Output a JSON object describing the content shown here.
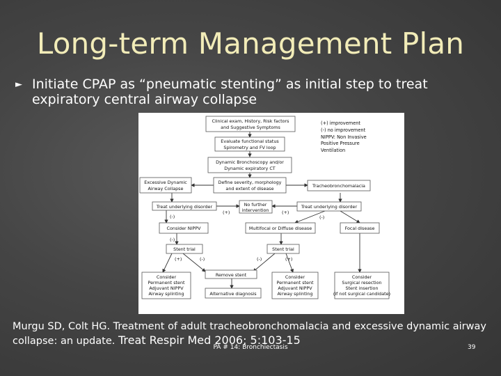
{
  "slide": {
    "title": "Long-term Management Plan",
    "bullet_marker": "►",
    "bullet_line1": "Initiate CPAP as “pneumatic stenting” as initial step to treat",
    "bullet_line2": "expiratory central airway collapse"
  },
  "flowchart": {
    "legend": [
      "(+) improvement",
      "(-) no improvement",
      "NIPPV: Non Invasive",
      "Positive Pressure",
      "Ventilation"
    ],
    "nodes": {
      "clinical_1": "Clinical exam, History, Risk factors",
      "clinical_2": "and Suggestive Symptoms",
      "functional_1": "Evaluate functional status",
      "functional_2": "Spirometry and FV loop",
      "dynamic_1": "Dynamic Bronchoscopy and/or",
      "dynamic_2": "Dynamic expiratory CT",
      "eda_1": "Excessive Dynamic",
      "eda_2": "Airway Collapse",
      "define_1": "Define severity, morphology",
      "define_2": "and extent of disease",
      "tbm": "Tracheobronchomalacia",
      "treat_left": "Treat underlying disorder",
      "nofurther_1": "No further",
      "nofurther_2": "intervention",
      "treat_right": "Treat underlying disorder",
      "nippv": "Consider NIPPV",
      "multifocal": "Multifocal or Diffuse disease",
      "focal": "Focal disease",
      "stent_left": "Stent trial",
      "stent_mid": "Stent trial",
      "remove": "Remove stent",
      "alt": "Alternative diagnosis",
      "perm_left_1": "Consider",
      "perm_left_2": "Permanent stent",
      "perm_left_3": "Adjuvant NIPPV",
      "perm_left_4": "Airway splinting",
      "perm_mid_1": "Consider",
      "perm_mid_2": "Permanent stent",
      "perm_mid_3": "Adjuvant NIPPV",
      "perm_mid_4": "Airway splinting",
      "surg_1": "Consider",
      "surg_2": "Surgical resection",
      "surg_3": "Stent insertion",
      "surg_4": "(if not surgical candidate)"
    },
    "labels": {
      "plus": "(+)",
      "minus": "(-)"
    }
  },
  "citation": {
    "line1": "Murgu SD, Colt HG. Treatment of adult tracheobronchomalacia and excessive dynamic airway",
    "line2_prefix": "collapse: an update. ",
    "journal": "Treat Respir Med 2006; 5:103-15"
  },
  "footer": {
    "center": "PA # 14: Bronchiectasis",
    "page": "39"
  }
}
